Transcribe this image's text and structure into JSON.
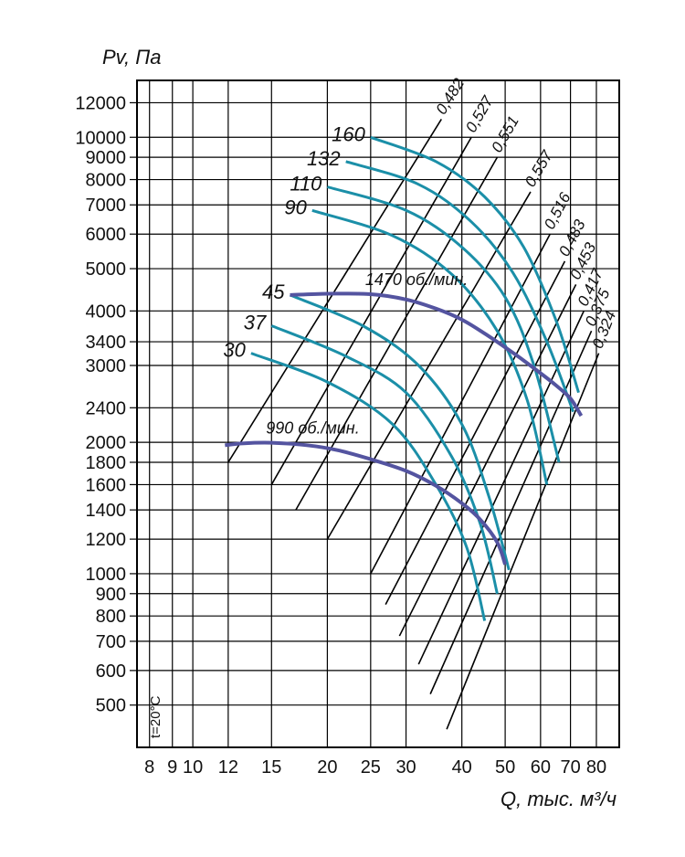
{
  "chart_data": {
    "type": "line",
    "title": "",
    "ylabel": "Pv, Па",
    "xlabel": "Q, тыс. м³/ч",
    "temperature_note": "t=20°C",
    "x_scale": "log",
    "y_scale": "log",
    "xlim": [
      7.5,
      90
    ],
    "ylim": [
      400,
      13500
    ],
    "x_ticks": [
      8,
      9,
      10,
      12,
      15,
      20,
      25,
      30,
      40,
      50,
      60,
      70,
      80
    ],
    "y_ticks": [
      500,
      600,
      700,
      800,
      900,
      1000,
      1200,
      1400,
      1600,
      1800,
      2000,
      2400,
      3000,
      3400,
      4000,
      5000,
      6000,
      7000,
      8000,
      9000,
      10000,
      12000
    ],
    "speed_curves": [
      {
        "label": "1470 об./мин.",
        "points": [
          [
            16.5,
            4350
          ],
          [
            20,
            4380
          ],
          [
            25,
            4370
          ],
          [
            30,
            4250
          ],
          [
            35,
            4050
          ],
          [
            40,
            3820
          ],
          [
            45,
            3550
          ],
          [
            50,
            3300
          ],
          [
            55,
            3080
          ],
          [
            60,
            2880
          ],
          [
            65,
            2700
          ],
          [
            70,
            2520
          ],
          [
            74,
            2300
          ]
        ]
      },
      {
        "label": "990 об./мин.",
        "points": [
          [
            11.8,
            1970
          ],
          [
            13,
            1990
          ],
          [
            15,
            1995
          ],
          [
            18,
            1970
          ],
          [
            21,
            1920
          ],
          [
            25,
            1830
          ],
          [
            30,
            1720
          ],
          [
            35,
            1590
          ],
          [
            40,
            1450
          ],
          [
            44,
            1330
          ],
          [
            48,
            1180
          ],
          [
            50,
            1050
          ]
        ]
      }
    ],
    "angle_curves": [
      {
        "label": "160",
        "points": [
          [
            25,
            10000
          ],
          [
            35,
            8800
          ],
          [
            45,
            7300
          ],
          [
            55,
            5600
          ],
          [
            65,
            3800
          ],
          [
            73,
            2600
          ]
        ]
      },
      {
        "label": "132",
        "points": [
          [
            22,
            8800
          ],
          [
            32,
            7800
          ],
          [
            42,
            6400
          ],
          [
            52,
            4900
          ],
          [
            62,
            3400
          ],
          [
            71,
            2350
          ]
        ]
      },
      {
        "label": "110",
        "points": [
          [
            20,
            7700
          ],
          [
            30,
            6800
          ],
          [
            40,
            5600
          ],
          [
            50,
            4300
          ],
          [
            58,
            3000
          ],
          [
            66,
            1800
          ]
        ]
      },
      {
        "label": "90",
        "points": [
          [
            18.5,
            6800
          ],
          [
            28,
            5950
          ],
          [
            38,
            4850
          ],
          [
            48,
            3600
          ],
          [
            56,
            2500
          ],
          [
            62,
            1600
          ]
        ]
      },
      {
        "label": "45",
        "points": [
          [
            16.5,
            4350
          ],
          [
            24,
            3700
          ],
          [
            32,
            3000
          ],
          [
            40,
            2200
          ],
          [
            46,
            1500
          ],
          [
            51,
            1020
          ]
        ]
      },
      {
        "label": "37",
        "points": [
          [
            15,
            3700
          ],
          [
            22,
            3150
          ],
          [
            30,
            2600
          ],
          [
            38,
            1850
          ],
          [
            44,
            1300
          ],
          [
            48,
            900
          ]
        ]
      },
      {
        "label": "30",
        "points": [
          [
            13.5,
            3200
          ],
          [
            20,
            2750
          ],
          [
            28,
            2200
          ],
          [
            35,
            1600
          ],
          [
            41,
            1150
          ],
          [
            45,
            780
          ]
        ]
      }
    ],
    "efficiency_lines": [
      {
        "label": "0,482",
        "from": [
          12,
          1800
        ],
        "to": [
          36,
          11000
        ]
      },
      {
        "label": "0,527",
        "from": [
          15,
          1600
        ],
        "to": [
          42,
          10000
        ]
      },
      {
        "label": "0,551",
        "from": [
          17,
          1400
        ],
        "to": [
          48,
          9000
        ]
      },
      {
        "label": "0,557",
        "from": [
          20,
          1200
        ],
        "to": [
          57,
          7500
        ]
      },
      {
        "label": "0,516",
        "from": [
          25,
          1000
        ],
        "to": [
          63,
          6000
        ]
      },
      {
        "label": "0,483",
        "from": [
          27,
          850
        ],
        "to": [
          68,
          5200
        ]
      },
      {
        "label": "0,453",
        "from": [
          29,
          720
        ],
        "to": [
          72,
          4600
        ]
      },
      {
        "label": "0,417",
        "from": [
          32,
          620
        ],
        "to": [
          75,
          4000
        ]
      },
      {
        "label": "0,375",
        "from": [
          34,
          530
        ],
        "to": [
          78,
          3600
        ]
      },
      {
        "label": "0,324",
        "from": [
          37,
          440
        ],
        "to": [
          81,
          3200
        ]
      }
    ]
  }
}
